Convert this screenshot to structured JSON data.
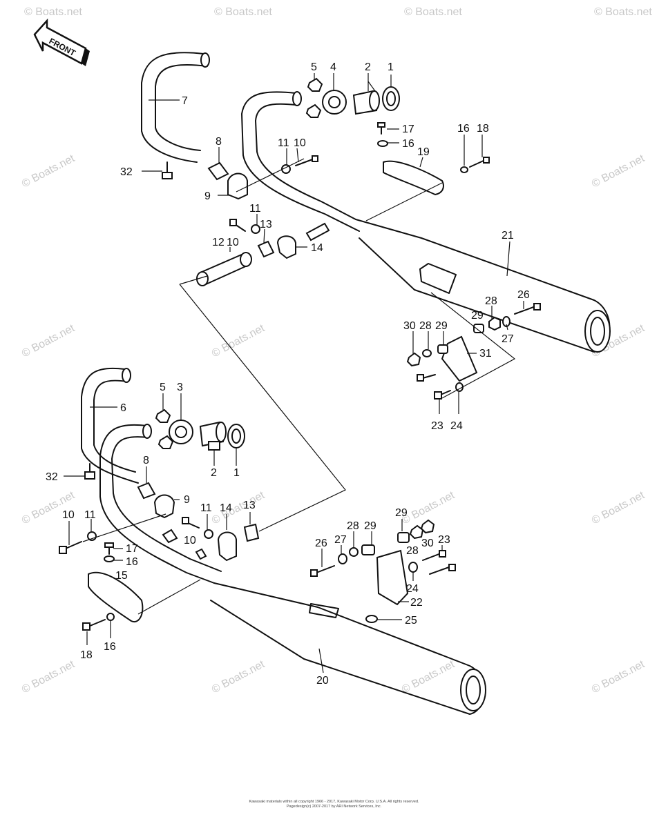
{
  "front_label": "FRONT",
  "watermark": "© Boats.net",
  "callouts": [
    {
      "id": "c1a",
      "text": "1"
    },
    {
      "id": "c2a",
      "text": "2"
    },
    {
      "id": "c4",
      "text": "4"
    },
    {
      "id": "c5a",
      "text": "5"
    },
    {
      "id": "c7",
      "text": "7"
    },
    {
      "id": "c8a",
      "text": "8"
    },
    {
      "id": "c9a",
      "text": "9"
    },
    {
      "id": "c10a",
      "text": "10"
    },
    {
      "id": "c11a",
      "text": "11"
    },
    {
      "id": "c32a",
      "text": "32"
    },
    {
      "id": "c17a",
      "text": "17"
    },
    {
      "id": "c16a",
      "text": "16"
    },
    {
      "id": "c16b",
      "text": "16"
    },
    {
      "id": "c18a",
      "text": "18"
    },
    {
      "id": "c19",
      "text": "19"
    },
    {
      "id": "c11b",
      "text": "11"
    },
    {
      "id": "c13a",
      "text": "13"
    },
    {
      "id": "c12",
      "text": "12"
    },
    {
      "id": "c10b",
      "text": "10"
    },
    {
      "id": "c14a",
      "text": "14"
    },
    {
      "id": "c21",
      "text": "21"
    },
    {
      "id": "c26a",
      "text": "26"
    },
    {
      "id": "c28a",
      "text": "28"
    },
    {
      "id": "c29a",
      "text": "29"
    },
    {
      "id": "c27a",
      "text": "27"
    },
    {
      "id": "c30a",
      "text": "30"
    },
    {
      "id": "c28b",
      "text": "28"
    },
    {
      "id": "c29b",
      "text": "29"
    },
    {
      "id": "c31",
      "text": "31"
    },
    {
      "id": "c23a",
      "text": "23"
    },
    {
      "id": "c24a",
      "text": "24"
    },
    {
      "id": "c5b",
      "text": "5"
    },
    {
      "id": "c3",
      "text": "3"
    },
    {
      "id": "c6",
      "text": "6"
    },
    {
      "id": "c1b",
      "text": "1"
    },
    {
      "id": "c2b",
      "text": "2"
    },
    {
      "id": "c8b",
      "text": "8"
    },
    {
      "id": "c9b",
      "text": "9"
    },
    {
      "id": "c32b",
      "text": "32"
    },
    {
      "id": "c10c",
      "text": "10"
    },
    {
      "id": "c11c",
      "text": "11"
    },
    {
      "id": "c11d",
      "text": "11"
    },
    {
      "id": "c14b",
      "text": "14"
    },
    {
      "id": "c13b",
      "text": "13"
    },
    {
      "id": "c10d",
      "text": "10"
    },
    {
      "id": "c17b",
      "text": "17"
    },
    {
      "id": "c16c",
      "text": "16"
    },
    {
      "id": "c15",
      "text": "15"
    },
    {
      "id": "c18b",
      "text": "18"
    },
    {
      "id": "c16d",
      "text": "16"
    },
    {
      "id": "c28c",
      "text": "28"
    },
    {
      "id": "c29c",
      "text": "29"
    },
    {
      "id": "c29d",
      "text": "29"
    },
    {
      "id": "c26b",
      "text": "26"
    },
    {
      "id": "c27b",
      "text": "27"
    },
    {
      "id": "c30b",
      "text": "30"
    },
    {
      "id": "c23b",
      "text": "23"
    },
    {
      "id": "c28d",
      "text": "28"
    },
    {
      "id": "c24b",
      "text": "24"
    },
    {
      "id": "c22",
      "text": "22"
    },
    {
      "id": "c25",
      "text": "25"
    },
    {
      "id": "c20",
      "text": "20"
    }
  ],
  "footer": {
    "line1": "Kawasaki materials within all copyright 1966 - 2017, Kawasaki Motor Corp. U.S.A.  All rights reserved.",
    "line2": "Pagedesign(c) 2007-2017 by ARI Network Services, Inc."
  }
}
